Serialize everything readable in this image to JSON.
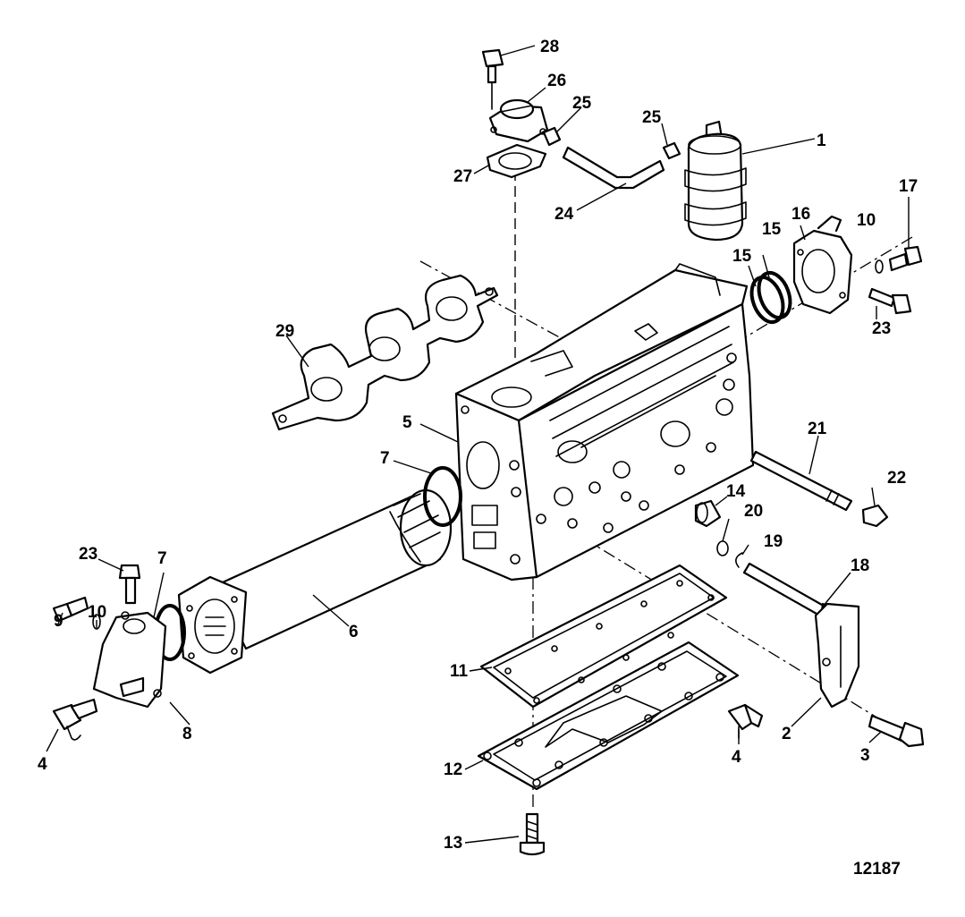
{
  "figure_number": "12187",
  "callouts": [
    {
      "id": "c1",
      "label": "1"
    },
    {
      "id": "c2",
      "label": "2"
    },
    {
      "id": "c3",
      "label": "3"
    },
    {
      "id": "c4a",
      "label": "4"
    },
    {
      "id": "c4b",
      "label": "4"
    },
    {
      "id": "c5",
      "label": "5"
    },
    {
      "id": "c6",
      "label": "6"
    },
    {
      "id": "c7a",
      "label": "7"
    },
    {
      "id": "c7b",
      "label": "7"
    },
    {
      "id": "c8",
      "label": "8"
    },
    {
      "id": "c9",
      "label": "9"
    },
    {
      "id": "c10a",
      "label": "10"
    },
    {
      "id": "c10b",
      "label": "10"
    },
    {
      "id": "c11",
      "label": "11"
    },
    {
      "id": "c12",
      "label": "12"
    },
    {
      "id": "c13",
      "label": "13"
    },
    {
      "id": "c14",
      "label": "14"
    },
    {
      "id": "c15a",
      "label": "15"
    },
    {
      "id": "c15b",
      "label": "15"
    },
    {
      "id": "c16",
      "label": "16"
    },
    {
      "id": "c17",
      "label": "17"
    },
    {
      "id": "c18",
      "label": "18"
    },
    {
      "id": "c19",
      "label": "19"
    },
    {
      "id": "c20",
      "label": "20"
    },
    {
      "id": "c21",
      "label": "21"
    },
    {
      "id": "c22",
      "label": "22"
    },
    {
      "id": "c23a",
      "label": "23"
    },
    {
      "id": "c23b",
      "label": "23"
    },
    {
      "id": "c24",
      "label": "24"
    },
    {
      "id": "c25a",
      "label": "25"
    },
    {
      "id": "c25b",
      "label": "25"
    },
    {
      "id": "c26",
      "label": "26"
    },
    {
      "id": "c27",
      "label": "27"
    },
    {
      "id": "c28",
      "label": "28"
    },
    {
      "id": "c29",
      "label": "29"
    }
  ]
}
